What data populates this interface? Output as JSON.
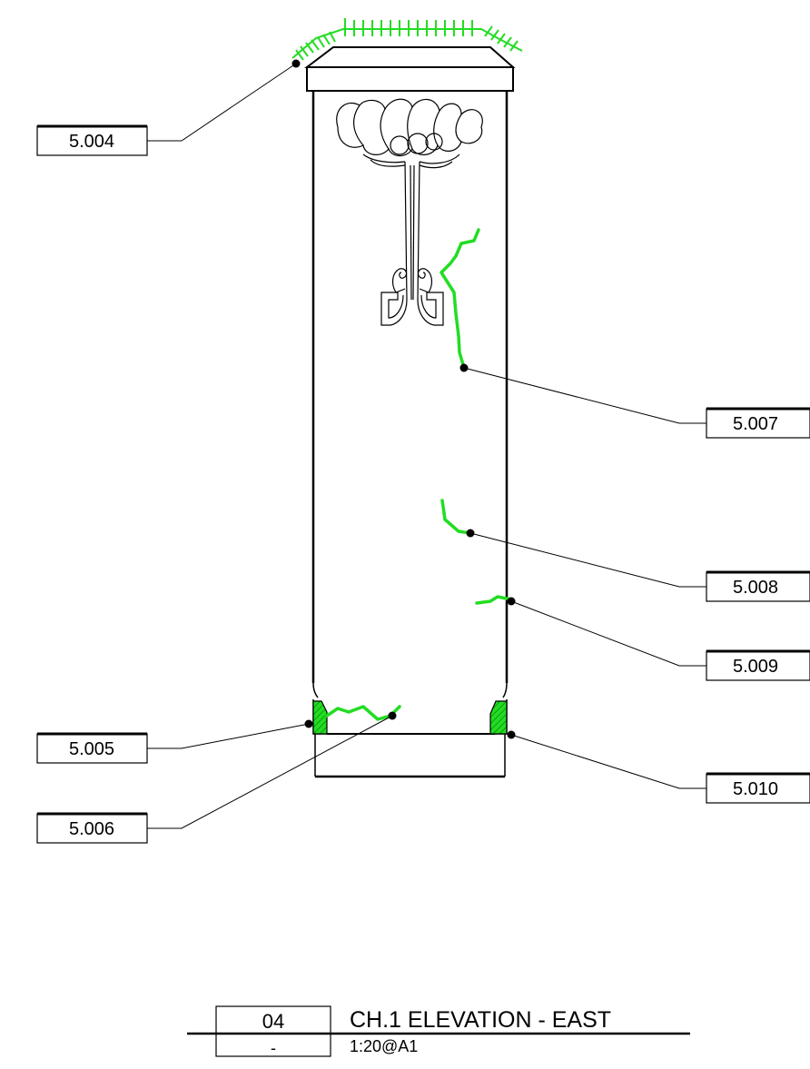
{
  "colors": {
    "line": "#000000",
    "damage_highlight": "#22dd22"
  },
  "callouts": [
    {
      "id": "5.004",
      "label": "5.004"
    },
    {
      "id": "5.005",
      "label": "5.005"
    },
    {
      "id": "5.006",
      "label": "5.006"
    },
    {
      "id": "5.007",
      "label": "5.007"
    },
    {
      "id": "5.008",
      "label": "5.008"
    },
    {
      "id": "5.009",
      "label": "5.009"
    },
    {
      "id": "5.010",
      "label": "5.010"
    }
  ],
  "title_block": {
    "drawing_number": "04",
    "sheet_ref": "-",
    "title": "CH.1 ELEVATION - EAST",
    "scale": "1:20@A1"
  }
}
